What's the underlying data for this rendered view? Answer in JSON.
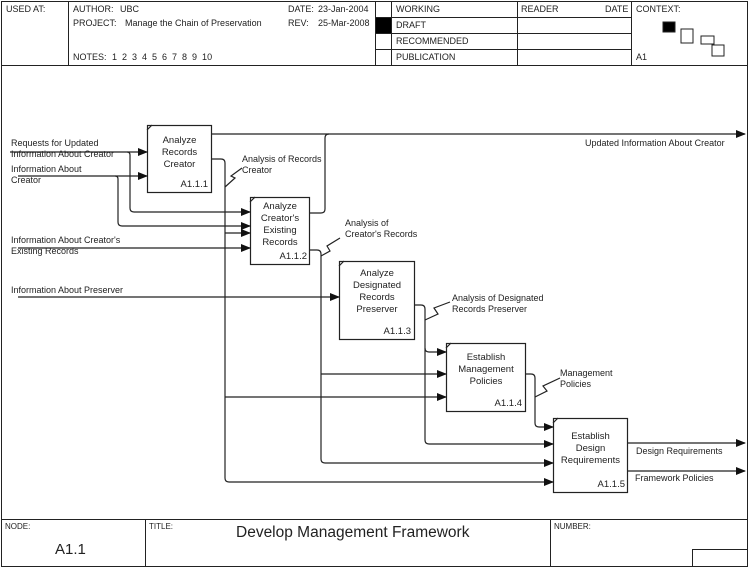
{
  "header": {
    "used_at_label": "USED AT:",
    "author_label": "AUTHOR:",
    "author": "UBC",
    "project_label": "PROJECT:",
    "project": "Manage the Chain of Preservation",
    "date_label": "DATE:",
    "date": "23-Jan-2004",
    "rev_label": "REV:",
    "rev": "25-Mar-2008",
    "notes_label": "NOTES:",
    "notes": "1  2  3  4  5  6  7  8  9  10",
    "status": [
      "WORKING",
      "DRAFT",
      "RECOMMENDED",
      "PUBLICATION"
    ],
    "active_status": "DRAFT",
    "reader_label": "READER",
    "reader_date_label": "DATE",
    "context_label": "CONTEXT:",
    "context_node": "A1"
  },
  "activities": [
    {
      "id": "A1.1.1",
      "label": "Analyze\nRecords\nCreator"
    },
    {
      "id": "A1.1.2",
      "label": "Analyze\nCreator's\nExisting\nRecords"
    },
    {
      "id": "A1.1.3",
      "label": "Analyze\nDesignated\nRecords\nPreserver"
    },
    {
      "id": "A1.1.4",
      "label": "Establish\nManagement\nPolicies"
    },
    {
      "id": "A1.1.5",
      "label": "Establish\nDesign\nRequirements"
    }
  ],
  "inputs": [
    "Requests for Updated Information About Creator",
    "Information About Creator",
    "Information About Creator's Existing Records",
    "Information About Preserver"
  ],
  "flows": {
    "analysis_records_creator": "Analysis of Records Creator",
    "analysis_creators_records": "Analysis of Creator's Records",
    "analysis_designated": "Analysis of Designated Records Preserver",
    "management_policies": "Management Policies"
  },
  "outputs": [
    "Updated Information About Creator",
    "Design Requirements",
    "Framework Policies"
  ],
  "footer": {
    "node_label": "NODE:",
    "node": "A1.1",
    "title_label": "TITLE:",
    "title": "Develop Management Framework",
    "number_label": "NUMBER:"
  }
}
